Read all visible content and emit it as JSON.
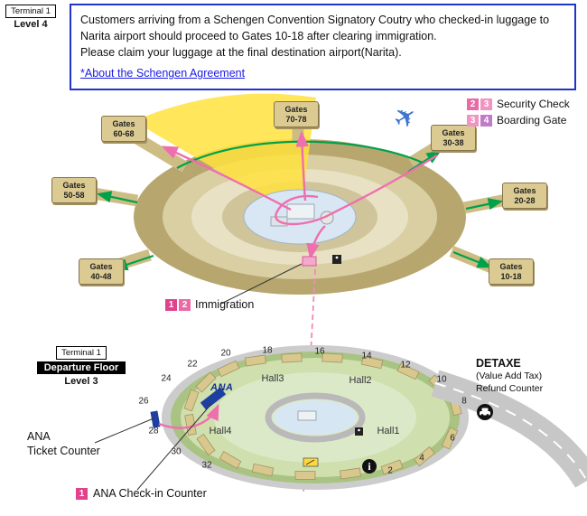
{
  "colors": {
    "n1": "#e2418c",
    "n2": "#e96aa6",
    "n3": "#f095c2",
    "n4": "#bf7cc8",
    "notice_border": "#2233cc",
    "link": "#1a1ae6",
    "route_pink": "#ee6fae",
    "arrow_green": "#00a14b",
    "highlight_yellow": "#ffe23e",
    "ana_blue": "#16338e"
  },
  "icons": {
    "airplane": "✈",
    "info": "i"
  },
  "notice": {
    "para1": "Customers arriving from a Schengen Convention Signatory Coutry who checked-in luggage to Narita airport should proceed to Gates 10-18 after clearing immigration.",
    "para2": "Please claim your luggage at the final destination airport(Narita).",
    "link": "*About the Schengen Agreement"
  },
  "level4": {
    "terminal": "Terminal 1",
    "level": "Level 4",
    "gates": [
      {
        "word": "Gates",
        "range": "60-68"
      },
      {
        "word": "Gates",
        "range": "70-78"
      },
      {
        "word": "Gates",
        "range": "30-38"
      },
      {
        "word": "Gates",
        "range": "50-58"
      },
      {
        "word": "Gates",
        "range": "20-28"
      },
      {
        "word": "Gates",
        "range": "40-48"
      },
      {
        "word": "Gates",
        "range": "10-18"
      }
    ],
    "legend": {
      "rows": [
        {
          "b1": "2",
          "b2": "3",
          "label": "Security Check"
        },
        {
          "b1": "3",
          "b2": "4",
          "label": "Boarding Gate"
        }
      ]
    },
    "immigration": {
      "b1": "1",
      "b2": "2",
      "label": "Immigration"
    }
  },
  "level3": {
    "terminal": "Terminal 1",
    "floor": "Departure Floor",
    "level": "Level 3",
    "halls": [
      "Hall3",
      "Hall2",
      "Hall1",
      "Hall4"
    ],
    "numbers": [
      "18",
      "16",
      "14",
      "12",
      "10",
      "8",
      "6",
      "4",
      "2",
      "20",
      "22",
      "24",
      "26",
      "28",
      "30",
      "32"
    ],
    "detaxe": {
      "title": "DETAXE",
      "sub1": "(Value Add Tax)",
      "sub2": "Refund Counter"
    },
    "ana_ticket": {
      "line1": "ANA",
      "line2": "Ticket Counter"
    },
    "checkin": {
      "badge": "1",
      "label": "ANA Check-in Counter"
    },
    "ana_logo": "ANA"
  }
}
